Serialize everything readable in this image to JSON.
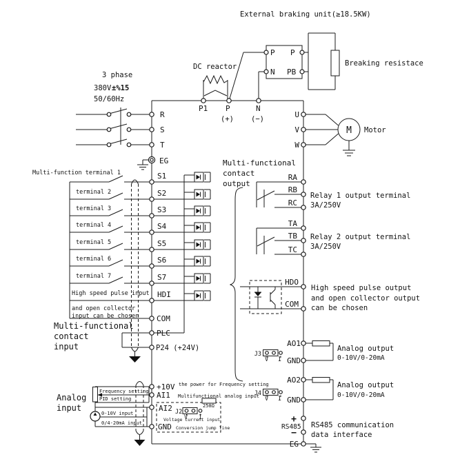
{
  "power": {
    "phase": "3 phase",
    "voltage_a": "380V",
    "voltage_b": "±%15",
    "freq": "50/60Hz",
    "r": "R",
    "s": "S",
    "t": "T",
    "eg": "EG"
  },
  "dc_link": {
    "reactor": "DC reactor",
    "p1": "P1",
    "p": "P",
    "p_plus": "(+)",
    "n": "N",
    "n_minus": "(−)"
  },
  "braking": {
    "title": "External braking unit(≥18.5KW)",
    "p_in": "P",
    "p_out": "P",
    "n_in": "N",
    "pb": "PB",
    "resistor": "Breaking resistace"
  },
  "motor": {
    "u": "U",
    "v": "V",
    "w": "W",
    "m": "M",
    "label": "Motor"
  },
  "digital": {
    "heading": "Multi-function terminal 1",
    "rows": [
      "terminal 2",
      "terminal 3",
      "terminal 4",
      "terminal 5",
      "terminal 6",
      "terminal 7"
    ],
    "s": [
      "S1",
      "S2",
      "S3",
      "S4",
      "S5",
      "S6",
      "S7"
    ],
    "hdi": "HDI",
    "hdi_label": "High speed pulse input",
    "note1": "and open collector",
    "note2": "input can be chosen",
    "com": "COM",
    "plc": "PLC",
    "p24": "P24 (+24V)",
    "group1": "Multi-functional",
    "group2": "contact",
    "group3": "input"
  },
  "analog": {
    "group1": "Analog",
    "group2": "input",
    "pot1": "Frequency setting",
    "pot2": "PID setting",
    "src1": "0-10V input",
    "src2": "0/4-20mA input",
    "p10": "+10V",
    "p10_note": "the power for Frequency setting",
    "ai1": "AI1",
    "ai1_note": "Multifunctional analog input",
    "ai2": "AI2",
    "gnd": "GND",
    "j2": "J2",
    "v": "V",
    "i": "I",
    "res": "250Ω",
    "note1": "Voltage current input",
    "note2": "Conversion jump line"
  },
  "out": {
    "head1": "Multi-functional",
    "head2": "contact",
    "head3": "output",
    "r1a": "RA",
    "r1b": "RB",
    "r1c": "RC",
    "r1d1": "Relay 1 output terminal",
    "r1d2": "3A/250V",
    "r2a": "TA",
    "r2b": "TB",
    "r2c": "TC",
    "r2d1": "Relay 2 output terminal",
    "r2d2": "3A/250V",
    "hdo": "HDO",
    "hdo_com": "COM",
    "hdo_d1": "High speed pulse output",
    "hdo_d2": "and open collector output",
    "hdo_d3": "can be chosen",
    "ao1": "AO1",
    "ao1_gnd": "GND",
    "j3": "J3",
    "j3v": "V",
    "j3i": "I",
    "ao1_d1": "Analog output",
    "ao1_d2": "0-10V/0-20mA",
    "ao2": "AO2",
    "ao2_gnd": "GND",
    "j4": "J4",
    "j4v": "V",
    "j4i": "I",
    "ao2_d1": "Analog output",
    "ao2_d2": "0-10V/0-20mA",
    "rs_plus": "+",
    "rs_minus": "−",
    "rs": "RS485",
    "rs_d1": "RS485 communication",
    "rs_d2": "data interface",
    "eg": "EG"
  }
}
